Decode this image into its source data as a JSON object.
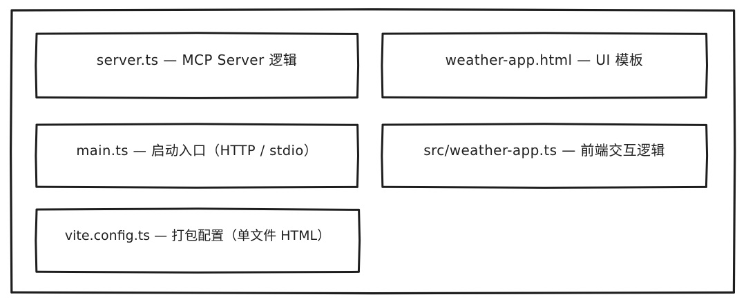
{
  "diagram": {
    "type": "hand-drawn-box-layout",
    "style": "excalidraw-sketch",
    "background_color": "#ffffff",
    "stroke_color": "#1e1e1e",
    "text_color": "#1e1e1e",
    "container": {
      "label": "project-file-structure-container"
    },
    "nodes": [
      {
        "id": "server-ts",
        "text": "server.ts — MCP Server 逻辑",
        "row": 1,
        "column": "left"
      },
      {
        "id": "weather-app-html",
        "text": "weather-app.html — UI 模板",
        "row": 1,
        "column": "right"
      },
      {
        "id": "main-ts",
        "text": "main.ts — 启动入口（HTTP / stdio）",
        "row": 2,
        "column": "left"
      },
      {
        "id": "src-weather-app-ts",
        "text": "src/weather-app.ts — 前端交互逻辑",
        "row": 2,
        "column": "right"
      },
      {
        "id": "vite-config-ts",
        "text": "vite.config.ts — 打包配置（单文件 HTML）",
        "row": 3,
        "column": "left"
      }
    ]
  }
}
